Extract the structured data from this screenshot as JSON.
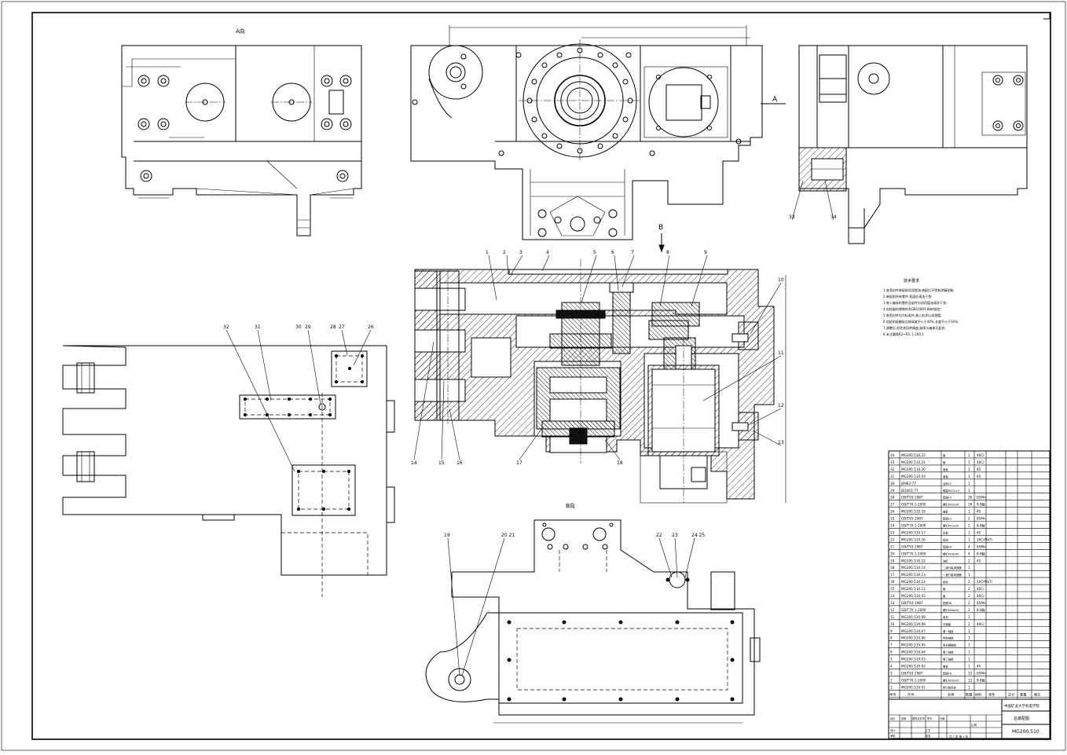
{
  "views": {
    "view_a": "A向",
    "view_b": "B向",
    "section_a": "A",
    "section_b": "B"
  },
  "tech_requirements": {
    "heading": "技术要求",
    "lines": [
      "1.各密封件装配前须浸透油,装配后不得有渗漏现象;",
      "2.装配前所有零件,表面应清洗干净;",
      "3.装入箱体的零件及部件均须用煤油清洗干净;",
      "4.齿轮副的侧隙符合GB10095-88的规定;",
      "5.各密封件均为标准件,装入前涂以润滑脂;",
      "6.齿轮的接触斑点按高度不小于40%,长度不小于50%;",
      "7.调整后,检验其回转精度,轴承与箱体孔配合;",
      "8.未注圆角R2~R3, 1:200.1"
    ]
  },
  "balloons": [
    "1",
    "2",
    "3",
    "4",
    "5",
    "6",
    "7",
    "8",
    "9",
    "10",
    "11",
    "12",
    "13",
    "14",
    "15",
    "16",
    "17",
    "18",
    "19",
    "20 21",
    "22",
    "23",
    "24 25",
    "26",
    "27",
    "28",
    "29",
    "30",
    "31",
    "32",
    "33",
    "34"
  ],
  "parts_list": {
    "rows": [
      {
        "no": "34",
        "code": "MG200.510.22",
        "name": "套",
        "qty": "1",
        "mat": "40Cr"
      },
      {
        "no": "33",
        "code": "MG200.510.21",
        "name": "套",
        "qty": "1",
        "mat": "40Cr"
      },
      {
        "no": "32",
        "code": "MG200.510.20",
        "name": "盖板",
        "qty": "1",
        "mat": "45"
      },
      {
        "no": "31",
        "code": "MG200.510.19",
        "name": "盖板",
        "qty": "1",
        "mat": "45"
      },
      {
        "no": "30",
        "code": "JB983-77",
        "name": "油标22",
        "qty": "1",
        "mat": ""
      },
      {
        "no": "29",
        "code": "JB1001-77",
        "name": "螺塞M27x1.5",
        "qty": "1",
        "mat": ""
      },
      {
        "no": "28",
        "code": "GB/T93-1987",
        "name": "垫圈10",
        "qty": "26",
        "mat": "65Mn"
      },
      {
        "no": "27",
        "code": "GB/T70.1-2000",
        "name": "螺钉M10x30",
        "qty": "26",
        "mat": "8.8级"
      },
      {
        "no": "26",
        "code": "MG200.510.18",
        "name": "盖板",
        "qty": "1",
        "mat": "45"
      },
      {
        "no": "25",
        "code": "GB/T93-1987",
        "name": "垫圈12",
        "qty": "2",
        "mat": "65Mn"
      },
      {
        "no": "24",
        "code": "GB/T70.1-2000",
        "name": "螺钉M12x20",
        "qty": "2",
        "mat": "8.8级"
      },
      {
        "no": "23",
        "code": "MG200.510.17",
        "name": "压板",
        "qty": "1",
        "mat": "45"
      },
      {
        "no": "22",
        "code": "MG200.510.16",
        "name": "齿轮",
        "qty": "1",
        "mat": "20CrMnTi"
      },
      {
        "no": "21",
        "code": "GB/T93-1987",
        "name": "垫圈16",
        "qty": "4",
        "mat": "65Mn"
      },
      {
        "no": "20",
        "code": "GB/T70.1-2000",
        "name": "螺钉M16x45",
        "qty": "4",
        "mat": "8.8级"
      },
      {
        "no": "19",
        "code": "MG200.510.15",
        "name": "油缸",
        "qty": "2",
        "mat": "45"
      },
      {
        "no": "18",
        "code": "MG200.510.14",
        "name": "二级行星减速器",
        "qty": "1",
        "mat": ""
      },
      {
        "no": "17",
        "code": "MG200.510.13",
        "name": "一级行星减速器",
        "qty": "1",
        "mat": ""
      },
      {
        "no": "16",
        "code": "MG200.510.12",
        "name": "齿轮",
        "qty": "2",
        "mat": "20CrMnTi"
      },
      {
        "no": "15",
        "code": "MG200.510.11",
        "name": "套",
        "qty": "2",
        "mat": "40Cr"
      },
      {
        "no": "14",
        "code": "MG200.510.10",
        "name": "套",
        "qty": "2",
        "mat": "40Cr"
      },
      {
        "no": "13",
        "code": "GB/T93-1987",
        "name": "垫圈36",
        "qty": "2",
        "mat": "65Mn"
      },
      {
        "no": "12",
        "code": "GB/T70.1-2000",
        "name": "螺钉M36x55",
        "qty": "2",
        "mat": "8.8级"
      },
      {
        "no": "11",
        "code": "MG200.510.09",
        "name": "电机",
        "qty": "1",
        "mat": ""
      },
      {
        "no": "10",
        "code": "MG200.510.08",
        "name": "光轴套",
        "qty": "2",
        "mat": "40Cr"
      },
      {
        "no": "9",
        "code": "MG200.510.07",
        "name": "第一轴组",
        "qty": "1",
        "mat": ""
      },
      {
        "no": "8",
        "code": "MG200.510.06",
        "name": "惰轮轴组",
        "qty": "1",
        "mat": ""
      },
      {
        "no": "7",
        "code": "MG200.510.05",
        "name": "离合器轴组",
        "qty": "1",
        "mat": ""
      },
      {
        "no": "6",
        "code": "MG200.510.04",
        "name": "第二轴组",
        "qty": "1",
        "mat": ""
      },
      {
        "no": "5",
        "code": "MG200.510.03",
        "name": "第三轴组",
        "qty": "1",
        "mat": ""
      },
      {
        "no": "4",
        "code": "MG200.510.02",
        "name": "盖板",
        "qty": "1",
        "mat": "45"
      },
      {
        "no": "3",
        "code": "GB/T93-1987",
        "name": "垫圈16",
        "qty": "12",
        "mat": "65Mn"
      },
      {
        "no": "2",
        "code": "GB/T70.1-2000",
        "name": "螺钉M16x35",
        "qty": "12",
        "mat": "8.8级"
      },
      {
        "no": "1",
        "code": "MG200.510.01",
        "name": "牵引部壳体",
        "qty": "1",
        "mat": ""
      }
    ],
    "header": {
      "no": "序号",
      "code": "代号",
      "name": "名称",
      "qty": "数量",
      "mat": "材料",
      "single": "单件",
      "total": "总计",
      "weight": "重量",
      "remark": "备注"
    }
  },
  "title_block": {
    "school": "中国矿业大学机电学院",
    "drawing_name": "总装配图",
    "drawing_no": "MG200.510",
    "scale_label": "比例",
    "sheet": "共 1 张  第 1 张",
    "labels": [
      "标记",
      "处数",
      "更改文件号",
      "签字",
      "日期",
      "设计",
      "审核",
      "工艺",
      "批准"
    ]
  },
  "colors": {
    "line": "#000000",
    "paper": "#ffffff"
  }
}
